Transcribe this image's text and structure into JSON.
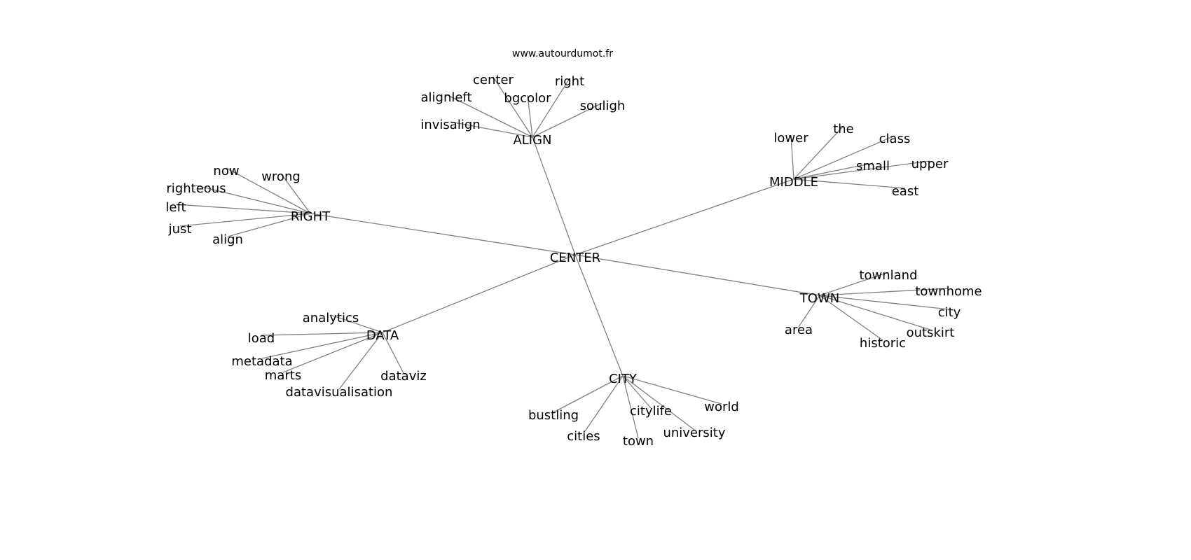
{
  "title": "www.autourdumot.fr",
  "root": "CENTER",
  "groups": [
    {
      "hub": "ALIGN",
      "children": [
        "center",
        "alignleft",
        "bgcolor",
        "right",
        "souligh",
        "invisalign"
      ]
    },
    {
      "hub": "RIGHT",
      "children": [
        "now",
        "wrong",
        "righteous",
        "left",
        "just",
        "align"
      ]
    },
    {
      "hub": "MIDDLE",
      "children": [
        "lower",
        "the",
        "class",
        "small",
        "upper",
        "east"
      ]
    },
    {
      "hub": "TOWN",
      "children": [
        "townland",
        "townhome",
        "city",
        "outskirt",
        "historic",
        "area"
      ]
    },
    {
      "hub": "DATA",
      "children": [
        "analytics",
        "load",
        "metadata",
        "marts",
        "datavisualisation",
        "dataviz"
      ]
    },
    {
      "hub": "CITY",
      "children": [
        "bustling",
        "cities",
        "town",
        "citylife",
        "university",
        "world"
      ]
    }
  ],
  "colors": {
    "edge": "#808080",
    "text": "#000000"
  }
}
